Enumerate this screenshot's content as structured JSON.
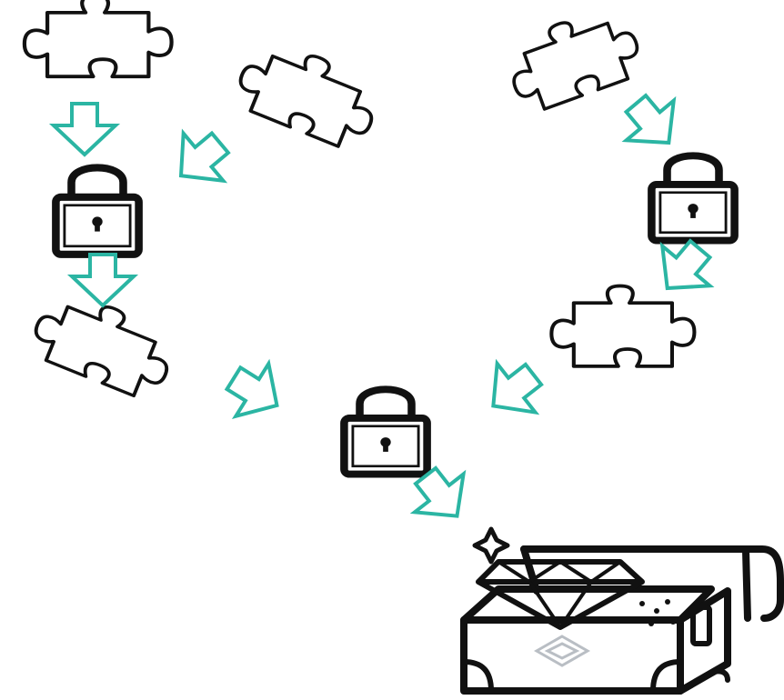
{
  "colors": {
    "background": "#ffffff",
    "outline": "#111111",
    "arrow": "#2bb5a3",
    "pattern": "#b9bec4"
  },
  "puzzle_pieces": [
    {
      "id": "top-left",
      "icon": "puzzle-piece-icon"
    },
    {
      "id": "top-middle",
      "icon": "puzzle-piece-icon"
    },
    {
      "id": "top-right",
      "icon": "puzzle-piece-icon"
    },
    {
      "id": "middle-left",
      "icon": "puzzle-piece-icon"
    },
    {
      "id": "middle-right",
      "icon": "puzzle-piece-icon"
    }
  ],
  "locks": [
    {
      "id": "left",
      "icon": "padlock-icon"
    },
    {
      "id": "right",
      "icon": "padlock-icon"
    },
    {
      "id": "center",
      "icon": "padlock-icon"
    }
  ],
  "arrows": [
    {
      "id": "a1",
      "icon": "arrow-down-icon"
    },
    {
      "id": "a2",
      "icon": "arrow-down-left-icon"
    },
    {
      "id": "a3",
      "icon": "arrow-down-right-icon"
    },
    {
      "id": "a4",
      "icon": "arrow-down-icon"
    },
    {
      "id": "a5",
      "icon": "arrow-down-left-icon"
    },
    {
      "id": "a6",
      "icon": "arrow-down-right-icon"
    },
    {
      "id": "a7",
      "icon": "arrow-down-left-icon"
    },
    {
      "id": "a8",
      "icon": "arrow-down-right-icon"
    }
  ],
  "treasure": {
    "icon": "treasure-chest-icon",
    "contents": [
      "diamond-icon",
      "sparkle-icon"
    ]
  }
}
